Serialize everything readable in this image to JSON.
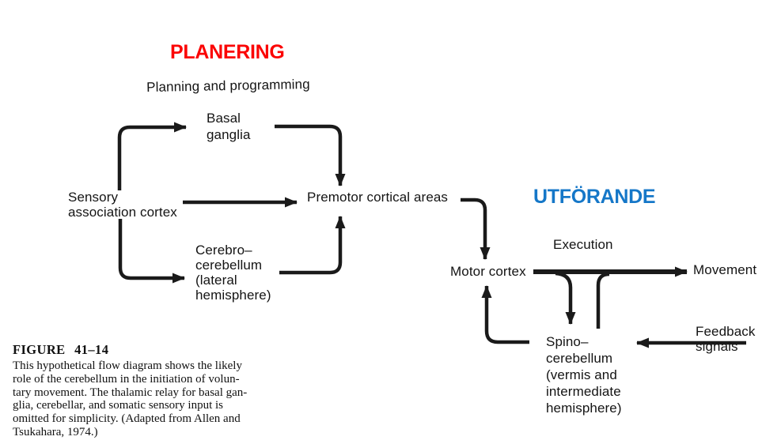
{
  "overlay": {
    "planning_label": "PLANERING",
    "planning_color": "#fb0404",
    "execution_label": "UTFÖRANDE",
    "execution_color": "#1577c8"
  },
  "diagram": {
    "stage_planning": "Planning and programming",
    "stage_execution": "Execution",
    "nodes": {
      "sensory_association_cortex": "Sensory\nassociation cortex",
      "basal_ganglia": "Basal\nganglia",
      "cerebrocerebellum": "Cerebro–\ncerebellum\n(lateral\nhemisphere)",
      "premotor_cortical_areas": "Premotor cortical areas",
      "motor_cortex": "Motor cortex",
      "movement": "Movement",
      "spinocerebellum": "Spino–\ncerebellum\n(vermis and\nintermediate\nhemisphere)",
      "feedback_signals": "Feedback\nsignals"
    },
    "edges": [
      {
        "from": "sensory_association_cortex",
        "to": "basal_ganglia"
      },
      {
        "from": "sensory_association_cortex",
        "to": "premotor_cortical_areas"
      },
      {
        "from": "sensory_association_cortex",
        "to": "cerebrocerebellum"
      },
      {
        "from": "basal_ganglia",
        "to": "premotor_cortical_areas"
      },
      {
        "from": "cerebrocerebellum",
        "to": "premotor_cortical_areas"
      },
      {
        "from": "premotor_cortical_areas",
        "to": "motor_cortex"
      },
      {
        "from": "motor_cortex",
        "to": "movement"
      },
      {
        "from": "motor_cortex",
        "to": "spinocerebellum"
      },
      {
        "from": "spinocerebellum",
        "to": "motor_cortex"
      },
      {
        "from": "feedback_signals",
        "to": "spinocerebellum"
      }
    ],
    "line_color": "#1a1a1a"
  },
  "caption": {
    "figure_label": "FIGURE 41–14",
    "body": "This hypothetical flow diagram shows the likely\nrole of the cerebellum in the initiation of volun-\ntary movement. The thalamic relay for basal gan-\nglia, cerebellar, and somatic sensory input is\nomitted for simplicity. (Adapted from Allen and\nTsukahara, 1974.)"
  }
}
